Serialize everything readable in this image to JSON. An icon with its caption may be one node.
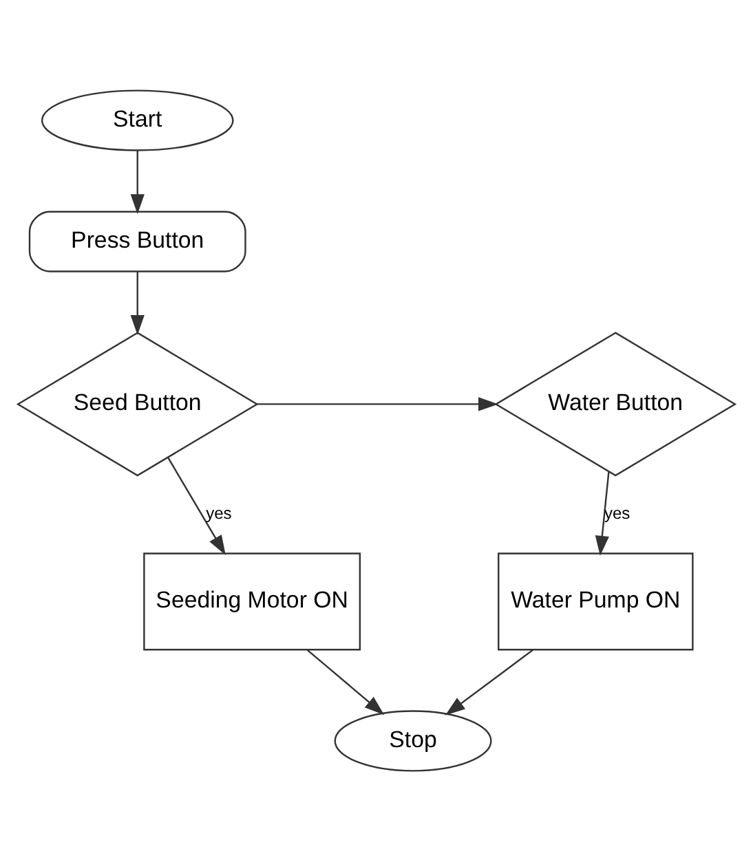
{
  "diagram": {
    "nodes": [
      {
        "text": [
          "Start"
        ]
      },
      {
        "text": [
          "Press Button"
        ]
      },
      {
        "text": [
          "Seed Button"
        ]
      },
      {
        "text": [
          "Water Button"
        ]
      },
      {
        "text": [
          "Seeding Motor ON"
        ]
      },
      {
        "text": [
          "Water Pump ON"
        ]
      },
      {
        "text": [
          "Stop"
        ]
      }
    ],
    "edges": [
      {
        "from": 0,
        "to": 1,
        "arrow": "to"
      },
      {
        "from": 1,
        "to": 2,
        "arrow": "to"
      },
      {
        "from": 2,
        "to": 3,
        "arrow": "to"
      },
      {
        "from": 2,
        "to": 4,
        "label": "yes",
        "arrow": "to"
      },
      {
        "from": 3,
        "to": 5,
        "label": "yes",
        "arrow": "to"
      },
      {
        "from": 4,
        "to": 6,
        "arrow": "to"
      },
      {
        "from": 5,
        "to": 6,
        "arrow": "to"
      }
    ]
  }
}
